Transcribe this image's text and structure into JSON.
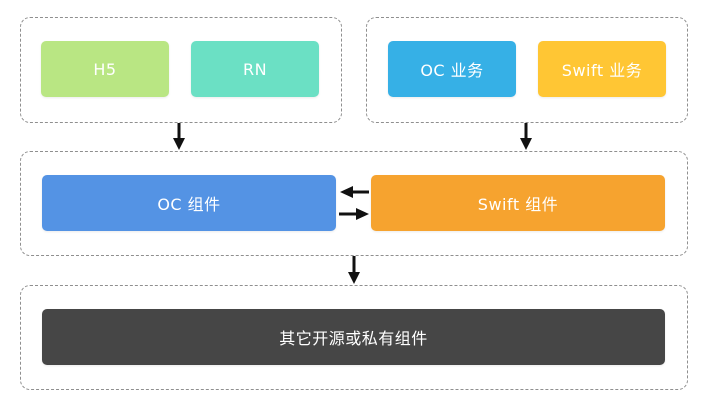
{
  "blocks": {
    "h5": {
      "label": "H5",
      "color": "#b9e683"
    },
    "rn": {
      "label": "RN",
      "color": "#6be0c4"
    },
    "oc_business": {
      "label": "OC 业务",
      "color": "#36b0e6"
    },
    "swift_business": {
      "label": "Swift 业务",
      "color": "#ffc634"
    },
    "oc_component": {
      "label": "OC 组件",
      "color": "#5493e4"
    },
    "swift_component": {
      "label": "Swift 组件",
      "color": "#f6a32f"
    },
    "third_party": {
      "label": "其它开源或私有组件",
      "color": "#464646"
    }
  },
  "colors": {
    "group_border": "#8f8f8f",
    "arrow": "#111111"
  }
}
